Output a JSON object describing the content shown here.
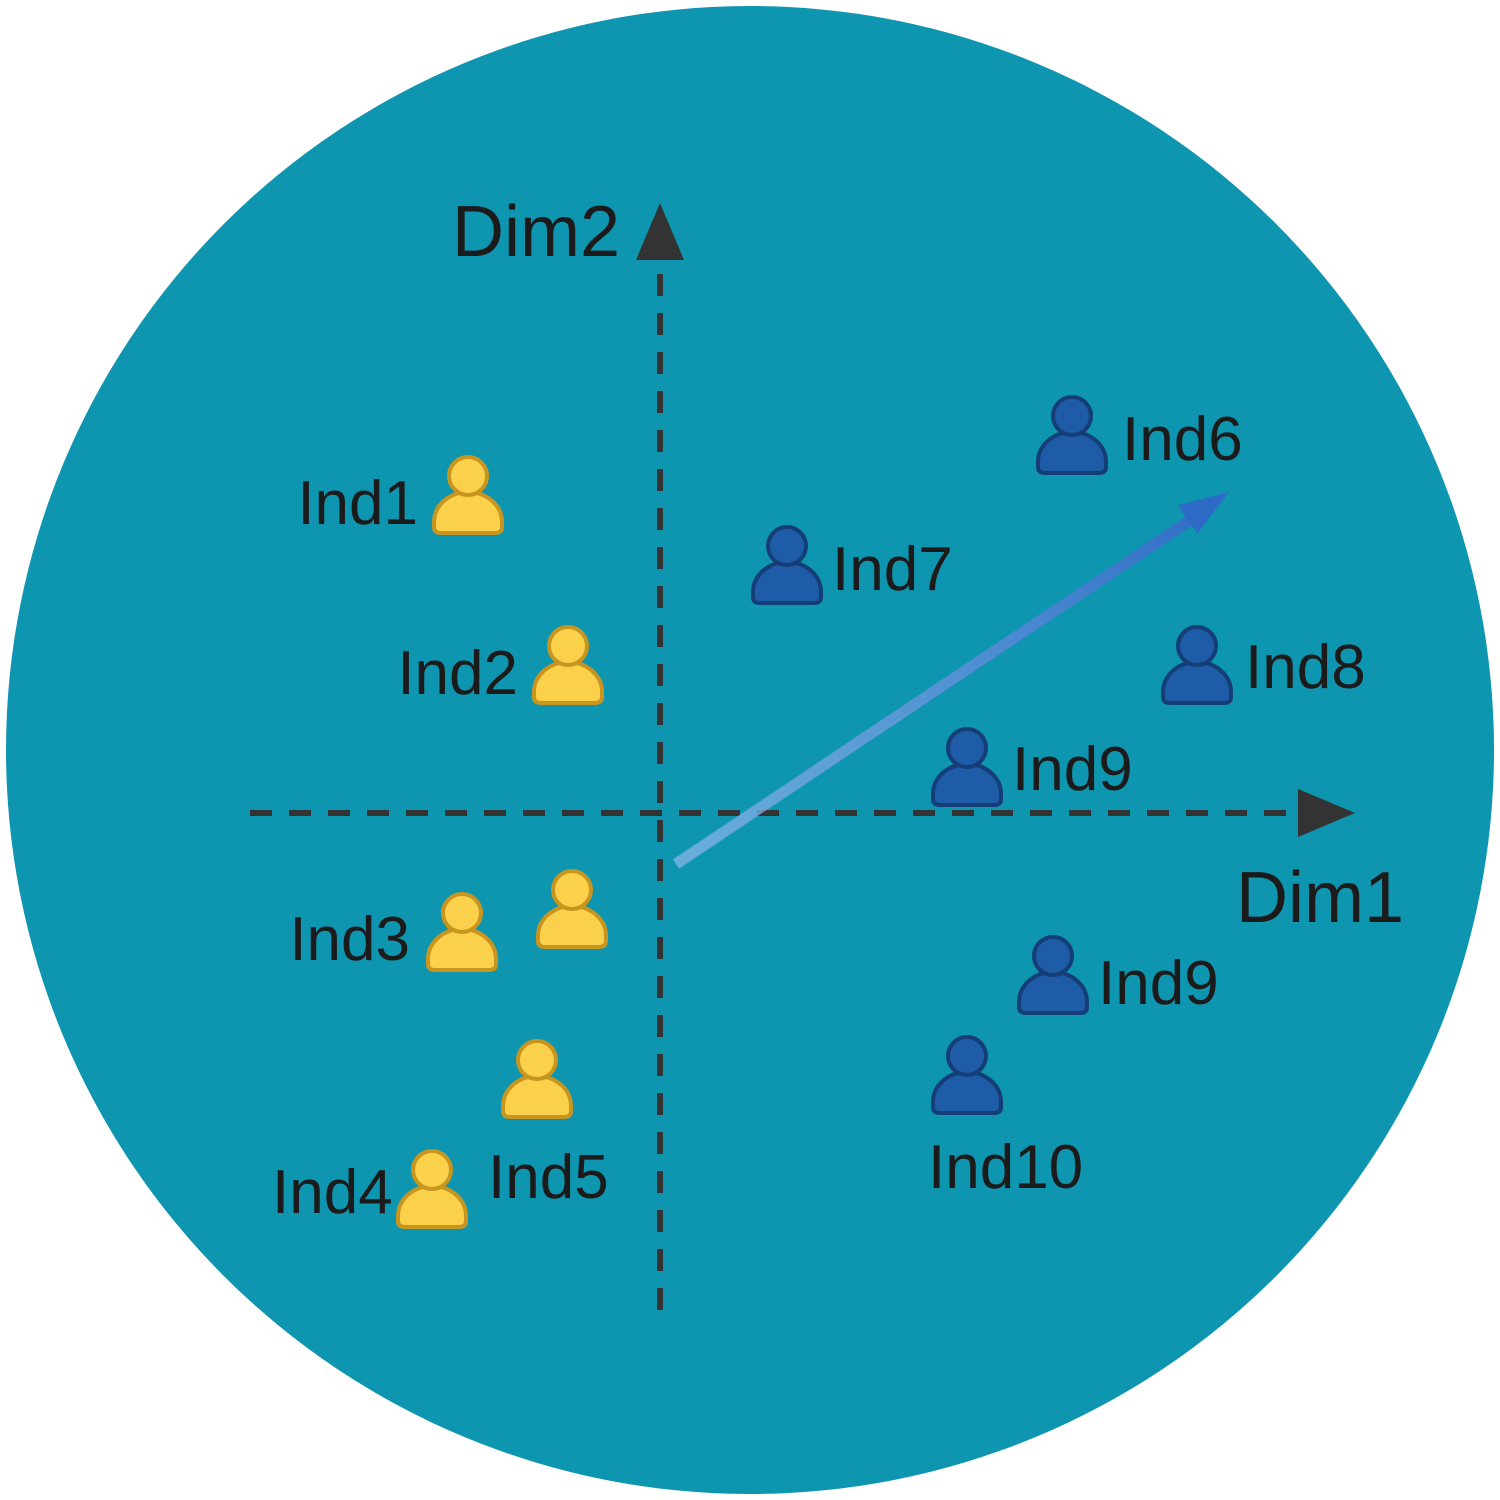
{
  "axes": {
    "x": "Dim1",
    "y": "Dim2"
  },
  "individuals": [
    {
      "id": "ind1",
      "label": "Ind1",
      "group": "yellow"
    },
    {
      "id": "ind2",
      "label": "Ind2",
      "group": "yellow"
    },
    {
      "id": "ind3",
      "label": "Ind3",
      "group": "yellow",
      "icons": 2
    },
    {
      "id": "ind4",
      "label": "Ind4",
      "group": "yellow"
    },
    {
      "id": "ind5",
      "label": "Ind5",
      "group": "yellow"
    },
    {
      "id": "ind6",
      "label": "Ind6",
      "group": "blue"
    },
    {
      "id": "ind7",
      "label": "Ind7",
      "group": "blue"
    },
    {
      "id": "ind8",
      "label": "Ind8",
      "group": "blue"
    },
    {
      "id": "ind9",
      "label": "Ind9",
      "group": "blue"
    },
    {
      "id": "ind9b",
      "label": "Ind9",
      "group": "blue"
    },
    {
      "id": "ind10",
      "label": "Ind10",
      "group": "blue"
    }
  ],
  "colors": {
    "background_circle": "#0E95AF",
    "yellow_fill": "#FBD04B",
    "yellow_stroke": "#C8951F",
    "blue_fill": "#1E5CA8",
    "blue_stroke": "#143E75",
    "axis": "#333333",
    "text": "#1b1b1b",
    "arrow_start": "#8FB8EC",
    "arrow_end": "#2E6BC6"
  }
}
